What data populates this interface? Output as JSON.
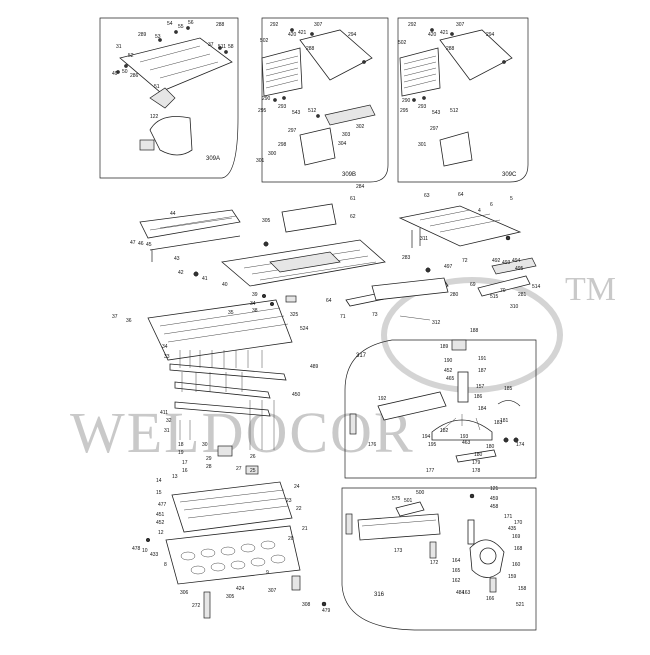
{
  "diagram": {
    "watermark": "WELDOCOR",
    "trademark": "TM",
    "inset_captions": {
      "inset_a": "309A",
      "inset_b": "309B",
      "inset_c": "309C",
      "inset_d": "317",
      "inset_e": "316"
    },
    "part_labels": {
      "a1": "54",
      "a2": "55",
      "a3": "56",
      "a4": "288",
      "a5": "289",
      "a6": "53",
      "a7": "31",
      "a8": "52",
      "a9": "37",
      "a10": "511",
      "a11": "58",
      "a12": "49",
      "a13": "50",
      "a14": "286",
      "a15": "51",
      "a16": "122",
      "b1": "292",
      "b2": "420",
      "b3": "421",
      "b4": "307",
      "b5": "502",
      "b6": "288",
      "b7": "294",
      "b8": "290",
      "b9": "295",
      "b10": "293",
      "b11": "543",
      "b12": "512",
      "b13": "297",
      "b14": "303",
      "b15": "302",
      "b16": "300",
      "b17": "298",
      "b18": "301",
      "b19": "304",
      "c1": "292",
      "c2": "420",
      "c3": "421",
      "c4": "307",
      "c5": "502",
      "c6": "288",
      "c7": "294",
      "c8": "290",
      "c9": "295",
      "c10": "293",
      "c11": "543",
      "c12": "512",
      "c13": "297",
      "c14": "301",
      "m1": "284",
      "m2": "61",
      "m3": "62",
      "m4": "63",
      "m5": "64",
      "m6": "44",
      "m7": "305",
      "m8": "47",
      "m9": "46",
      "m10": "45",
      "m11": "43",
      "m12": "42",
      "m13": "41",
      "m14": "40",
      "m15": "311",
      "m16": "4",
      "m17": "6",
      "m18": "5",
      "m19": "283",
      "m20": "497",
      "m21": "72",
      "m22": "69",
      "m23": "492",
      "m24": "493",
      "m25": "494",
      "m26": "495",
      "m27": "70",
      "m28": "281",
      "m29": "515",
      "m30": "514",
      "m31": "310",
      "m32": "39",
      "m33": "34",
      "m34": "38",
      "m35": "325",
      "m36": "64",
      "m37": "71",
      "m38": "73",
      "m39": "280",
      "m40": "312",
      "m41": "37",
      "m42": "36",
      "m43": "35",
      "m44": "524",
      "m45": "33",
      "m46": "32",
      "m47": "489",
      "m48": "34",
      "m49": "30",
      "m50": "411",
      "m51": "31",
      "m52": "450",
      "m53": "29",
      "m54": "28",
      "m55": "26",
      "m56": "27",
      "m57": "25",
      "m58": "18",
      "m59": "19",
      "m60": "17",
      "m61": "16",
      "m62": "14",
      "m63": "15",
      "m64": "13",
      "m65": "477",
      "m66": "451",
      "m67": "452",
      "m68": "12",
      "m69": "24",
      "m70": "23",
      "m71": "22",
      "m72": "21",
      "m73": "20",
      "m74": "478",
      "m75": "10",
      "m76": "433",
      "m77": "8",
      "m78": "306",
      "m79": "272",
      "m80": "305",
      "m81": "424",
      "m82": "307",
      "m83": "308",
      "m84": "479",
      "m85": "9",
      "d1": "188",
      "d2": "189",
      "d3": "191",
      "d4": "190",
      "d5": "192",
      "d6": "187",
      "d7": "452",
      "d8": "465",
      "d9": "186",
      "d10": "157",
      "d11": "185",
      "d12": "184",
      "d13": "193",
      "d14": "182",
      "d15": "183",
      "d16": "174",
      "d17": "181",
      "d18": "180",
      "d19": "176",
      "d20": "195",
      "d21": "180",
      "d22": "179",
      "d23": "178",
      "d24": "177",
      "d25": "194",
      "d26": "463",
      "e1": "575",
      "e2": "501",
      "e3": "500",
      "e4": "121",
      "e5": "459",
      "e6": "458",
      "e7": "171",
      "e8": "170",
      "e9": "435",
      "e10": "169",
      "e11": "173",
      "e12": "172",
      "e13": "164",
      "e14": "165",
      "e15": "162",
      "e16": "168",
      "e17": "160",
      "e18": "159",
      "e19": "158",
      "e20": "163",
      "e21": "484",
      "e22": "166",
      "e23": "521"
    }
  }
}
